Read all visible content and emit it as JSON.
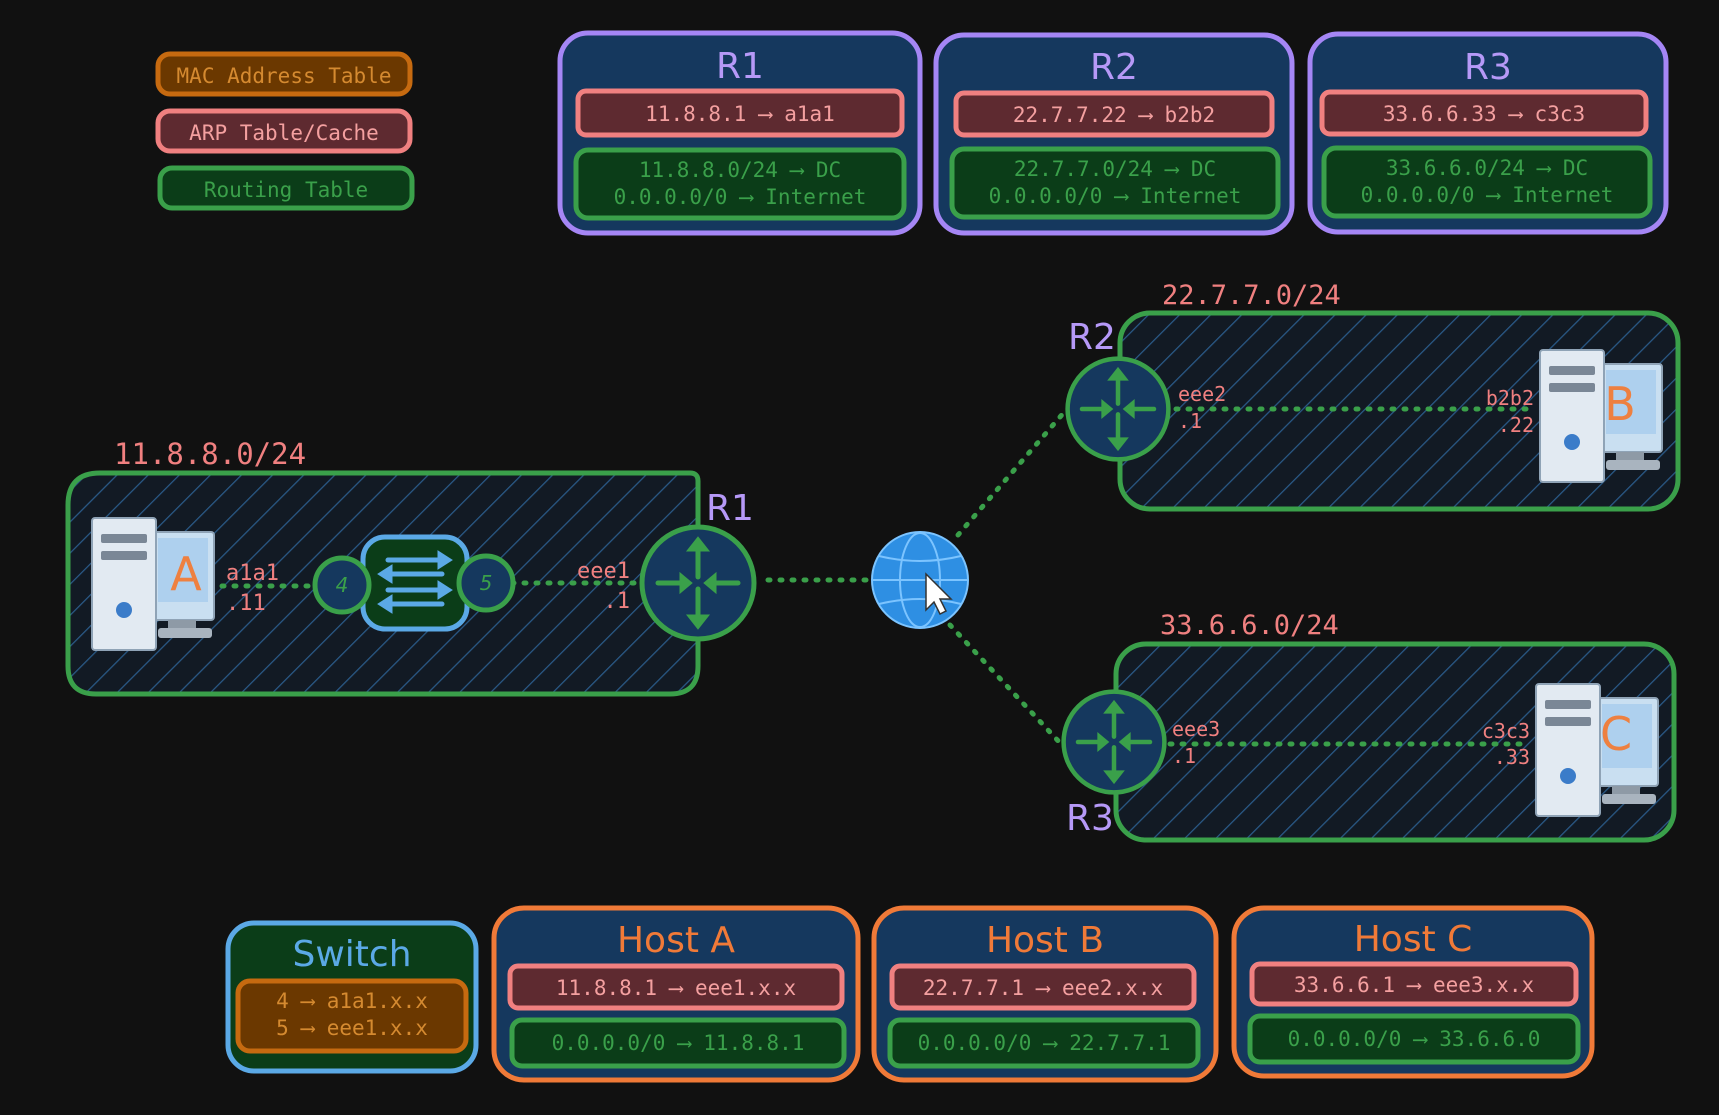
{
  "colors": {
    "background": "#111111",
    "mac": "#c66a10",
    "mac_fill": "#6b3800",
    "arp": "#f08080",
    "arp_fill": "#5e2a30",
    "routing": "#3aa04a",
    "routing_fill": "#0b3d18",
    "router_box": "#a586f5",
    "host_box": "#f07a38",
    "switch_box": "#5ba9e6",
    "panel_fill": "#15385e",
    "hatch": "#2a5a88",
    "link": "#3aa04a",
    "label_pink": "#f08080",
    "label_purple": "#b699f7",
    "host_letter": "#ee8040"
  },
  "legend": {
    "mac": "MAC Address Table",
    "arp": "ARP Table/Cache",
    "routing": "Routing Table"
  },
  "routers": [
    {
      "title": "R1",
      "arp": "11.8.8.1 ⟶ a1a1",
      "routes": [
        "11.8.8.0/24 ⟶ DC",
        "0.0.0.0/0 ⟶ Internet"
      ]
    },
    {
      "title": "R2",
      "arp": "22.7.7.22 ⟶ b2b2",
      "routes": [
        "22.7.7.0/24 ⟶ DC",
        "0.0.0.0/0 ⟶ Internet"
      ]
    },
    {
      "title": "R3",
      "arp": "33.6.6.33 ⟶ c3c3",
      "routes": [
        "33.6.6.0/24 ⟶ DC",
        "0.0.0.0/0 ⟶ Internet"
      ]
    }
  ],
  "switch": {
    "title": "Switch",
    "mac": [
      "4 ⟶ a1a1.x.x",
      "5 ⟶ eee1.x.x"
    ]
  },
  "hosts": [
    {
      "title": "Host A",
      "arp": "11.8.8.1 ⟶ eee1.x.x",
      "route": "0.0.0.0/0 ⟶ 11.8.8.1"
    },
    {
      "title": "Host B",
      "arp": "22.7.7.1 ⟶ eee2.x.x",
      "route": "0.0.0.0/0 ⟶ 22.7.7.1"
    },
    {
      "title": "Host C",
      "arp": "33.6.6.1 ⟶ eee3.x.x",
      "route": "0.0.0.0/0 ⟶ 33.6.6.0"
    }
  ],
  "network": {
    "subnet_a": "11.8.8.0/24",
    "subnet_b": "22.7.7.0/24",
    "subnet_c": "33.6.6.0/24",
    "router_r1": "R1",
    "router_r2": "R2",
    "router_r3": "R3",
    "host_a_letter": "A",
    "host_b_letter": "B",
    "host_c_letter": "C",
    "host_a_mac": "a1a1",
    "host_a_ip": ".11",
    "host_b_mac": "b2b2",
    "host_b_ip": ".22",
    "host_c_mac": "c3c3",
    "host_c_ip": ".33",
    "r1_mac": "eee1",
    "r1_ip": ".1",
    "r2_mac": "eee2",
    "r2_ip": ".1",
    "r3_mac": "eee3",
    "r3_ip": ".1",
    "switch_port_4": "4",
    "switch_port_5": "5"
  },
  "icons": {
    "router": "router-icon",
    "switch": "switch-icon",
    "internet": "globe-icon",
    "pointer": "cursor-icon",
    "host": "desktop-computer-icon"
  }
}
